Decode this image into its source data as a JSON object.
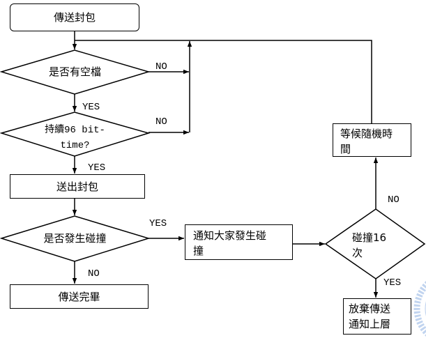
{
  "nodes": {
    "send_packet": {
      "text": "傳送封包"
    },
    "idle_check": {
      "text": "是否有空檔"
    },
    "wait_96bit": {
      "text": "持續96 bit-\ntime?"
    },
    "transmit": {
      "text": "送出封包"
    },
    "collision_check": {
      "text": "是否發生碰撞"
    },
    "done": {
      "text": "傳送完畢"
    },
    "notify_collision": {
      "text": "通知大家發生碰\n撞"
    },
    "collision_16": {
      "text": "碰撞16\n次"
    },
    "wait_random": {
      "text": "等候隨機時\n間"
    },
    "abort": {
      "text": "放棄傳送\n通知上層"
    }
  },
  "edge_labels": {
    "idle_check_no": "NO",
    "idle_check_yes": "YES",
    "wait_96bit_no": "NO",
    "wait_96bit_yes": "YES",
    "collision_check_yes": "YES",
    "collision_check_no": "NO",
    "collision_16_no": "NO",
    "collision_16_yes": "YES"
  },
  "colors": {
    "line": "#000000",
    "background": "#ffffff",
    "watermark": "#8fb1e3"
  }
}
